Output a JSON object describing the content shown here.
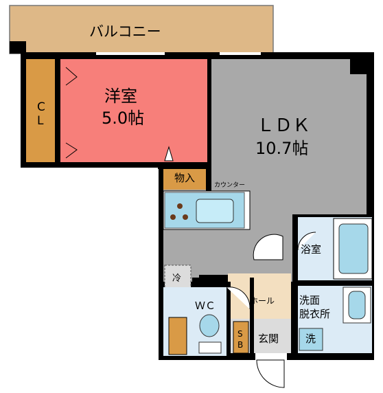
{
  "rooms": {
    "balcony": {
      "label": "バルコニー"
    },
    "western_room": {
      "label": "洋室",
      "size": "5.0帖"
    },
    "closet": {
      "label_top": "C",
      "label_bottom": "L"
    },
    "ldk": {
      "label": "ＬＤＫ",
      "size": "10.7帖"
    },
    "storage": {
      "label": "物入"
    },
    "counter": {
      "label": "カウンター"
    },
    "bathroom": {
      "label": "浴室"
    },
    "fridge": {
      "label": "冷"
    },
    "toilet": {
      "label": "ＷＣ"
    },
    "hall": {
      "label": "ホール"
    },
    "washroom": {
      "label_1": "洗面",
      "label_2": "脱衣所"
    },
    "washer": {
      "label": "洗"
    },
    "shoe_box": {
      "label_top": "S",
      "label_bottom": "B"
    },
    "entrance": {
      "label": "玄関"
    }
  },
  "colors": {
    "western_room": "#f77f7a",
    "ldk": "#a9a9a9",
    "balcony": "#deb887",
    "storage": "#d99a46",
    "bathroom": "#dcebf6",
    "tub": "#a6d8ea",
    "hall": "#f3dfc0",
    "entrance": "#dcdcdc",
    "wall": "#000000"
  }
}
